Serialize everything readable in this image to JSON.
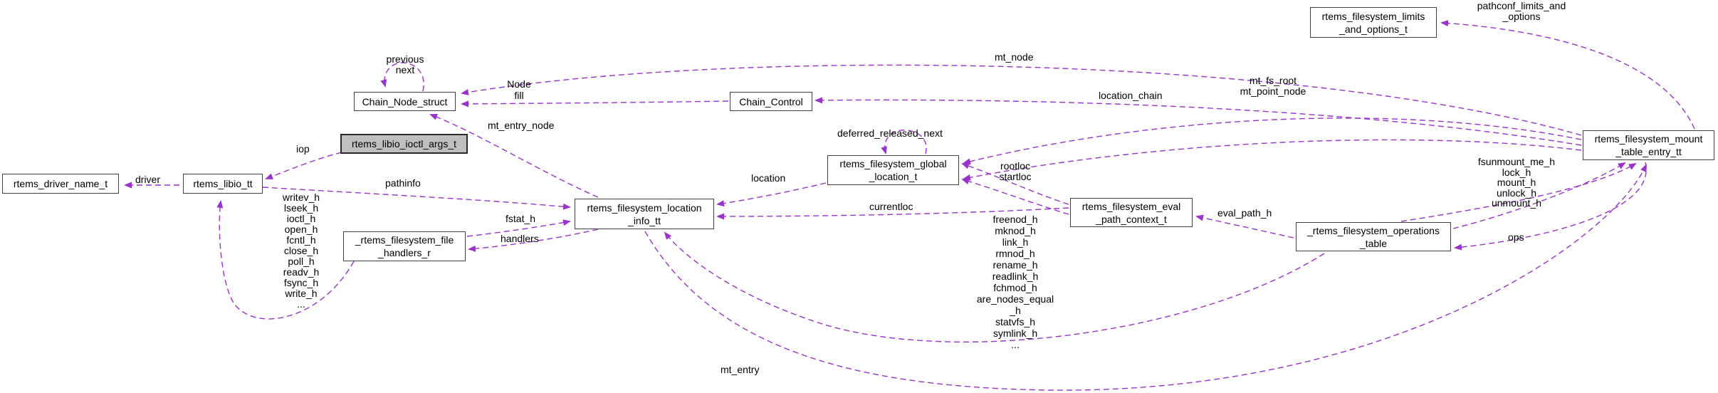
{
  "colors": {
    "edge_color": "#9a32cc",
    "node_border": "#404040",
    "node_bg": "#ffffff",
    "highlight_node_bg": "#bfbfbf",
    "background": "#ffffff"
  },
  "nodes": {
    "rtems_driver_name_t": {
      "line1": "rtems_driver_name_t"
    },
    "rtems_libio_tt": {
      "line1": "rtems_libio_tt"
    },
    "rtems_libio_ioctl_args_t": {
      "line1": "rtems_libio_ioctl_args_t"
    },
    "chain_node_struct": {
      "line1": "Chain_Node_struct"
    },
    "chain_control": {
      "line1": "Chain_Control"
    },
    "rtems_filesystem_location_info_tt": {
      "line1": "rtems_filesystem_location",
      "line2": "_info_tt"
    },
    "rtems_filesystem_file_handlers_r": {
      "line1": "_rtems_filesystem_file",
      "line2": "_handlers_r"
    },
    "rtems_filesystem_global_location_t": {
      "line1": "rtems_filesystem_global",
      "line2": "_location_t"
    },
    "rtems_filesystem_eval_path_context_t": {
      "line1": "rtems_filesystem_eval",
      "line2": "_path_context_t"
    },
    "rtems_filesystem_operations_table": {
      "line1": "_rtems_filesystem_operations",
      "line2": "_table"
    },
    "rtems_filesystem_mount_table_entry_tt": {
      "line1": "rtems_filesystem_mount",
      "line2": "_table_entry_tt"
    },
    "rtems_filesystem_limits_and_options_t": {
      "line1": "rtems_filesystem_limits",
      "line2": "_and_options_t"
    }
  },
  "edge_labels": {
    "driver": "driver",
    "iop": "iop",
    "previous": "previous",
    "next": "next",
    "node": "Node",
    "fill": "fill",
    "mt_entry_node": "mt_entry_node",
    "mt_node": "mt_node",
    "location_chain": "location_chain",
    "pathinfo": "pathinfo",
    "fstat_h": "fstat_h",
    "handlers": "handlers",
    "location": "location",
    "deferred_released_next": "deferred_released_next",
    "rootloc": "rootloc",
    "startloc": "startloc",
    "currentloc": "currentloc",
    "mt_fs_root": "mt_fs_root",
    "mt_point_node": "mt_point_node",
    "eval_path_h": "eval_path_h",
    "ops": "ops",
    "mt_entry": "mt_entry",
    "pathconf_line1": "pathconf_limits_and",
    "pathconf_line2": "_options",
    "libio_handler_list": [
      "writev_h",
      "lseek_h",
      "ioctl_h",
      "open_h",
      "fcntl_h",
      "close_h",
      "poll_h",
      "readv_h",
      "fsync_h",
      "write_h",
      "..."
    ],
    "ops_handler_list": [
      "freenod_h",
      "mknod_h",
      "link_h",
      "rmnod_h",
      "rename_h",
      "readlink_h",
      "fchmod_h",
      "are_nodes_equal",
      "_h",
      "statvfs_h",
      "symlink_h",
      "..."
    ],
    "mount_ops_list": [
      "fsunmount_me_h",
      "lock_h",
      "mount_h",
      "unlock_h",
      "unmount_h"
    ]
  }
}
